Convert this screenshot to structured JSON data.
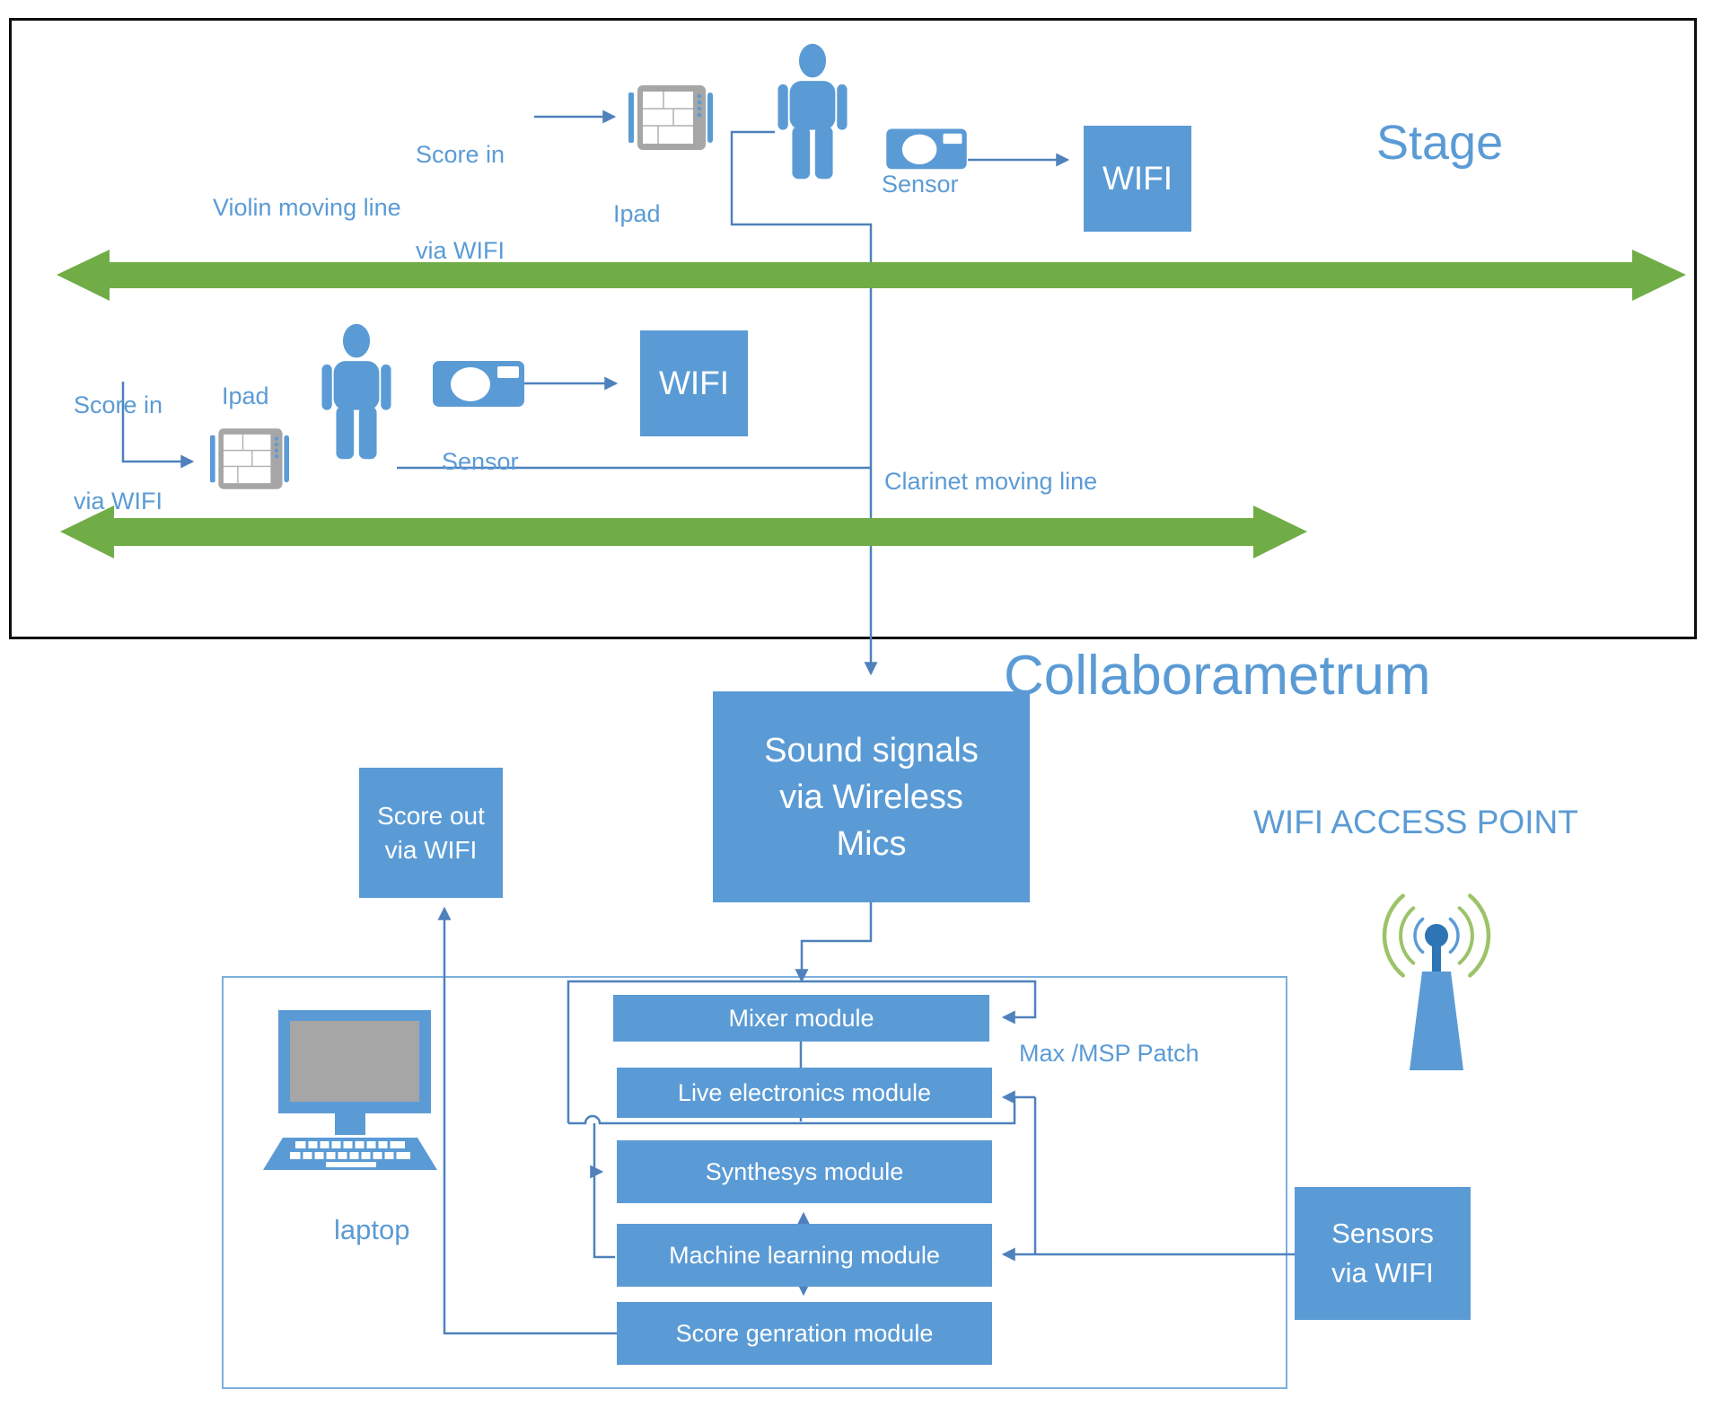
{
  "diagram": {
    "stage": {
      "title": "Stage",
      "violin": {
        "score_in_l1": "Score in",
        "score_in_l2": "via WIFI",
        "moving_line": "Violin moving line",
        "ipad": "Ipad",
        "sensor": "Sensor",
        "wifi": "WIFI"
      },
      "clarinet": {
        "score_in_l1": "Score in",
        "score_in_l2": "via WIFI",
        "moving_line": "Clarinet moving line",
        "ipad": "Ipad",
        "sensor": "Sensor",
        "wifi": "WIFI"
      }
    },
    "collab": {
      "title": "Collaborametrum",
      "sound_signals_l1": "Sound signals",
      "sound_signals_l2": "via Wireless",
      "sound_signals_l3": "Mics",
      "score_out_l1": "Score out",
      "score_out_l2": "via WIFI",
      "wifi_ap": "WIFI ACCESS POINT",
      "laptop": "laptop",
      "max_msp": "Max /MSP Patch",
      "sensors_l1": "Sensors",
      "sensors_l2": "via WIFI",
      "modules": [
        {
          "label": "Mixer module"
        },
        {
          "label": "Live electronics module"
        },
        {
          "label": "Synthesys module"
        },
        {
          "label": "Machine learning module"
        },
        {
          "label": "Score genration module"
        }
      ]
    },
    "colors": {
      "accent_blue": "#5b9bd5",
      "line_blue": "#4f81bd",
      "green": "#70ad47",
      "antenna_green": "#9cc368",
      "screen_gray": "#a6a6a6",
      "stage_border": "#0d0d0d"
    }
  }
}
